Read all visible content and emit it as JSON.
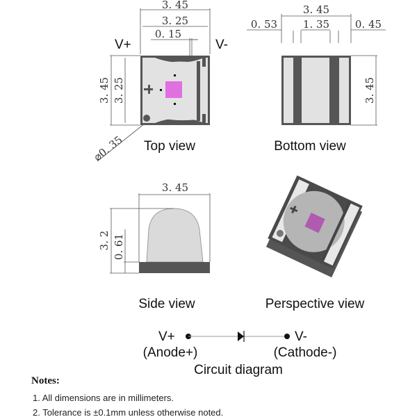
{
  "top_view": {
    "title": "Top view",
    "dim_width_outer": "3. 45",
    "dim_width_inner": "3. 25",
    "dim_gap": "0. 15",
    "dim_height_outer": "3. 45",
    "dim_height_inner": "3. 25",
    "dim_hole": "⌀0. 35",
    "label_positive": "V+",
    "label_negative": "V-"
  },
  "bottom_view": {
    "title": "Bottom view",
    "dim_width": "3. 45",
    "dim_left_pad": "0. 53",
    "dim_center_pad": "1. 35",
    "dim_right_pad": "0. 45",
    "dim_height": "3. 45"
  },
  "side_view": {
    "title": "Side view",
    "dim_width": "3. 45",
    "dim_height_total": "3. 2",
    "dim_base_height": "0. 61"
  },
  "perspective_view": {
    "title": "Perspective view"
  },
  "circuit": {
    "title": "Circuit diagram",
    "pos_terminal": "V+",
    "neg_terminal": "V-",
    "anode_label": "(Anode+)",
    "cathode_label": "(Cathode-)"
  },
  "notes": {
    "title": "Notes:",
    "items": [
      "1. All dimensions are in millimeters.",
      "2. Tolerance is  ±0.1mm unless otherwise noted."
    ]
  },
  "colors": {
    "body": "#555555",
    "pad": "#e2e2e2",
    "lens": "#b5b5b5",
    "chip": "#e070e0"
  }
}
